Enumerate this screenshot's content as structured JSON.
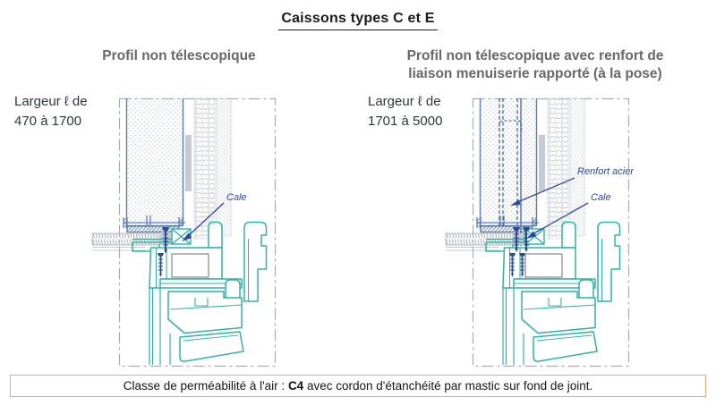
{
  "title": "Caissons types C et E",
  "subtitles": {
    "left": "Profil non télescopique",
    "right": "Profil non télescopique avec renfort de\nliaison menuiserie rapporté (à la pose)"
  },
  "diagrams": {
    "left": {
      "width_label": "Largeur ℓ de\n470 à 1700",
      "annotations": {
        "cale": "Cale"
      }
    },
    "right": {
      "width_label": "Largeur ℓ de\n1701 à 5000",
      "annotations": {
        "renfort": "Renfort acier",
        "cale": "Cale"
      }
    }
  },
  "footer": {
    "prefix": "Classe de perméabilité à l'air : ",
    "class_value": "C4",
    "suffix": " avec cordon d'étanchéité par mastic sur fond de joint."
  },
  "colors": {
    "frame_teal": "#2eb3a4",
    "profile_blue": "#5b7db5",
    "annotation_blue": "#2b4a9e",
    "footer_border": "#eba87d",
    "gray_layer": "#c6cad2"
  }
}
